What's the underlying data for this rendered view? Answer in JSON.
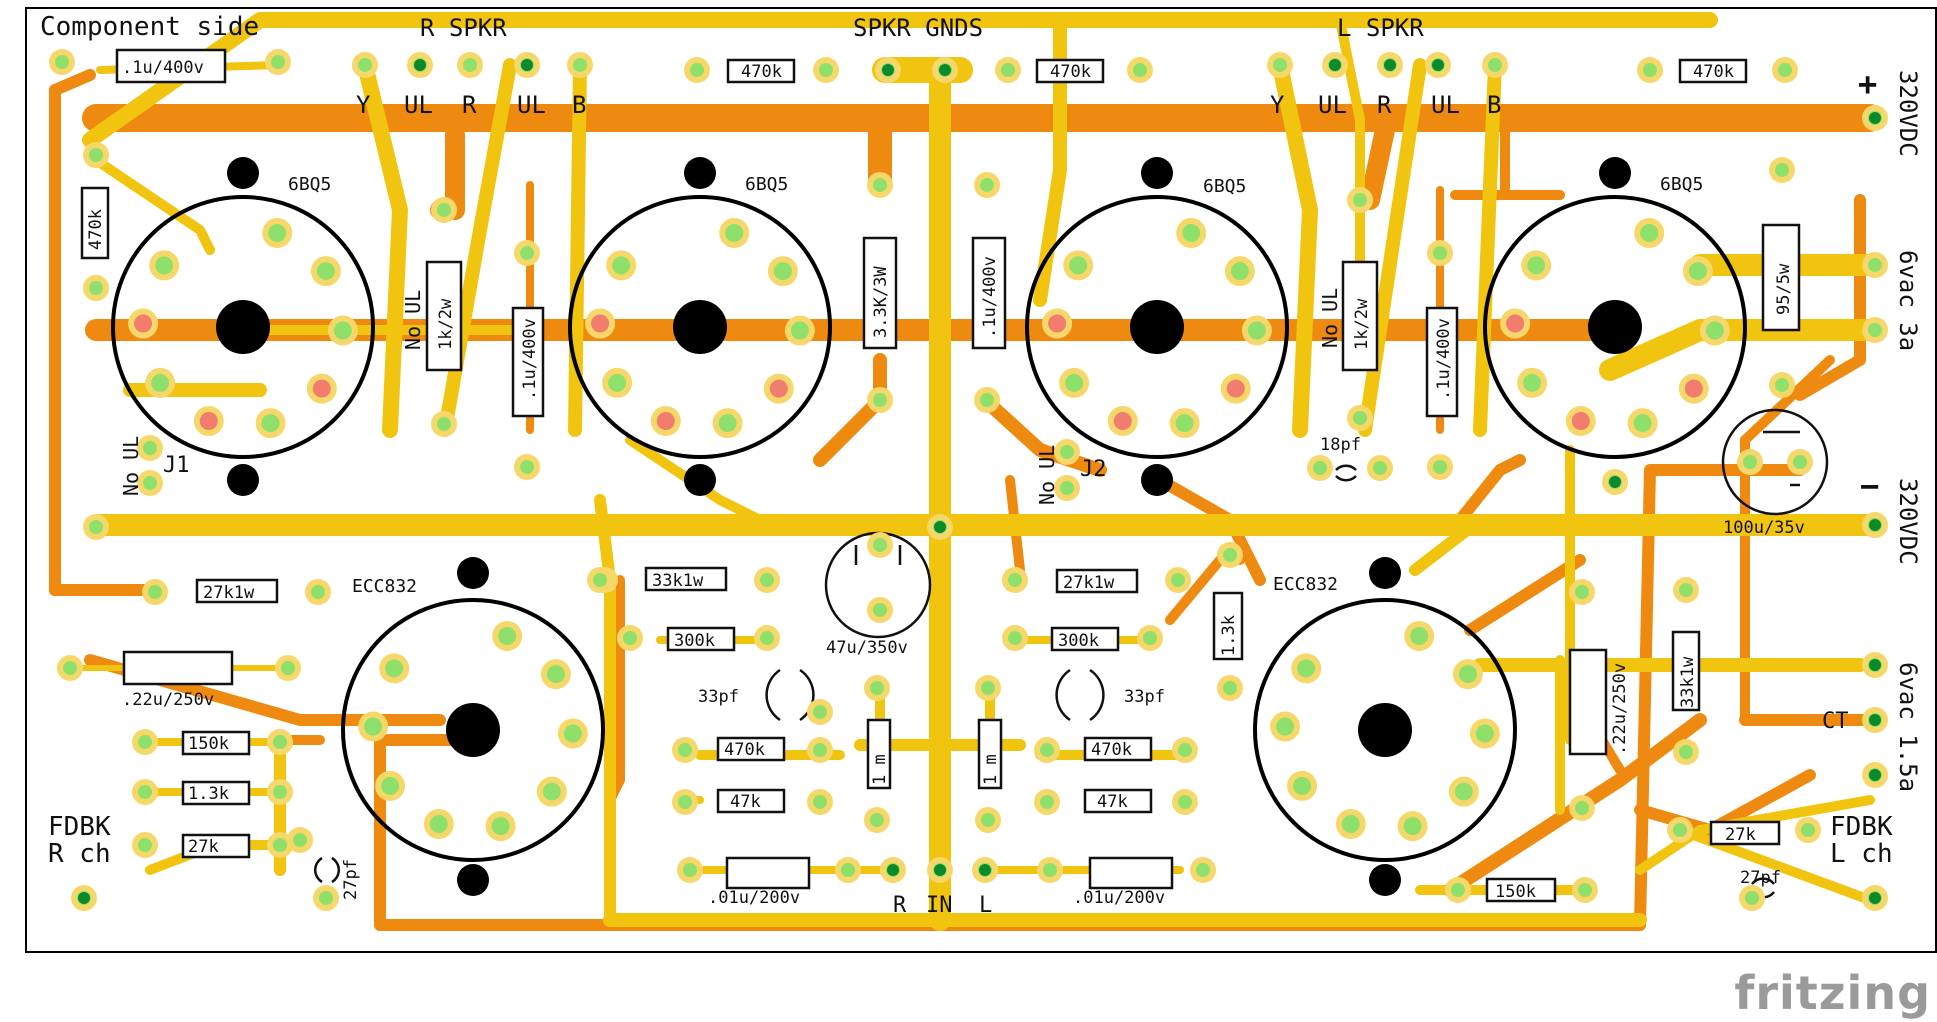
{
  "title": "Component side",
  "logo": "fritzing",
  "colors": {
    "trace_orange": "#ef8a10",
    "trace_yellow": "#f1c40f",
    "pad_green": "#8fe06a",
    "pad_red": "#f27c6e",
    "pad_ring": "#f6d86a",
    "via_dark": "#0a8a2a",
    "outline": "#000000"
  },
  "header_labels": {
    "r_spkr": "R SPKR",
    "spkr_gnds": "SPKR GNDS",
    "l_spkr": "L SPKR"
  },
  "taps_left": [
    "Y",
    "UL",
    "R",
    "UL",
    "B"
  ],
  "taps_right": [
    "Y",
    "UL",
    "R",
    "UL",
    "B"
  ],
  "right_edge": {
    "plus": "+",
    "v320_top": "320VDC",
    "ac6_3a": "6vac 3a",
    "minus": "−",
    "v320_bottom": "320VDC",
    "ac6_1_5a": "6vac 1.5a",
    "ct": "CT"
  },
  "tubes": {
    "power": [
      "6BQ5",
      "6BQ5",
      "6BQ5",
      "6BQ5"
    ],
    "pre": [
      "ECC832",
      "ECC832"
    ]
  },
  "jumpers": {
    "j1": "J1",
    "j2": "J2",
    "no_ul": "No UL"
  },
  "components": {
    "r_470k": "470k",
    "c_1u400v_top": ".1u/400v",
    "c_1u400v": ".1u/400v",
    "r_1k2w": "1k/2w",
    "r_33k3w": "3.3K/3W",
    "r_955w": "95/5w",
    "c_100u35v": "100u/35v",
    "c_47u350v": "47u/350v",
    "c_18pf": "18pf",
    "r_27k1w": "27k1w",
    "r_33k1w": "33k1w",
    "r_300k": "300k",
    "c_22u250v": ".22u/250v",
    "r_150k": "150k",
    "r_1_3k": "1.3k",
    "r_27k": "27k",
    "c_27pf": "27pf",
    "c_33pf": "33pf",
    "r_47k": "47k",
    "r_1m": "1 m",
    "c_01u200v": ".01u/200v",
    "r_1_3k_v": "1.3k"
  },
  "feedback": {
    "left_1": "FDBK",
    "left_2": "R ch",
    "right_1": "FDBK",
    "right_2": "L ch"
  },
  "input": {
    "r": "R",
    "in": "IN",
    "l": "L"
  }
}
